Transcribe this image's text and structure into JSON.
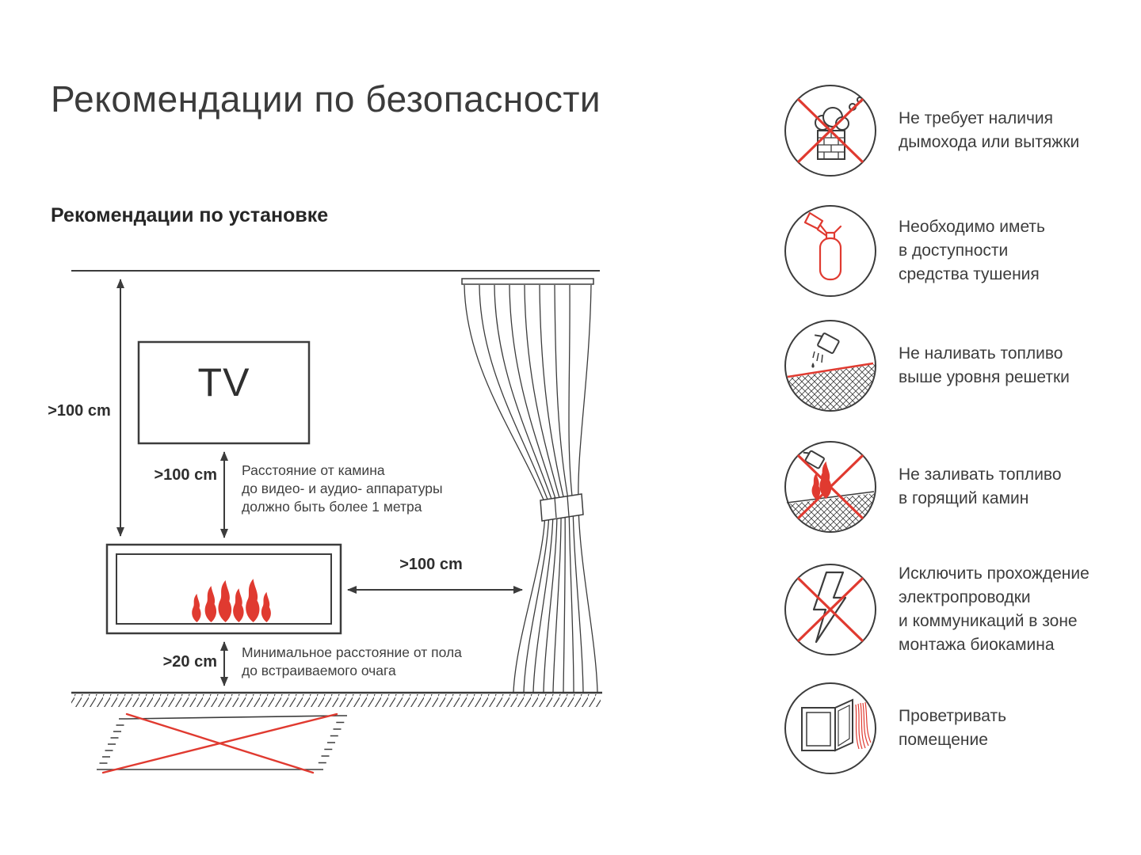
{
  "page": {
    "title": "Рекомендации по безопасности",
    "section_title": "Рекомендации по установке"
  },
  "diagram": {
    "tv_label": "TV",
    "labels": {
      "ceiling_distance": ">100 cm",
      "tv_distance": ">100 cm",
      "curtain_distance": ">100 cm",
      "floor_distance": ">20 cm"
    },
    "notes": {
      "tv": "Расстояние от камина\nдо видео- и аудио- аппаратуры\nдолжно быть более 1 метра",
      "floor": "Минимальное расстояние от пола\nдо встраиваемого очага"
    }
  },
  "safety_items": [
    {
      "icon": "no-chimney-icon",
      "text": "Не требует наличия\nдымохода или вытяжки"
    },
    {
      "icon": "fire-extinguisher-icon",
      "text": "Необходимо иметь\nв доступности\nсредства тушения"
    },
    {
      "icon": "fuel-level-icon",
      "text": "Не наливать топливо\nвыше уровня решетки"
    },
    {
      "icon": "no-refuel-burning-icon",
      "text": "Не заливать топливо\nв горящий камин"
    },
    {
      "icon": "no-wiring-icon",
      "text": "Исключить прохождение\nэлектропроводки\nи коммуникаций в зоне\nмонтажа биокамина"
    },
    {
      "icon": "ventilate-icon",
      "text": "Проветривать\nпомещение"
    }
  ],
  "colors": {
    "accent_red": "#e03a30",
    "line_dark": "#3c3c3c"
  }
}
